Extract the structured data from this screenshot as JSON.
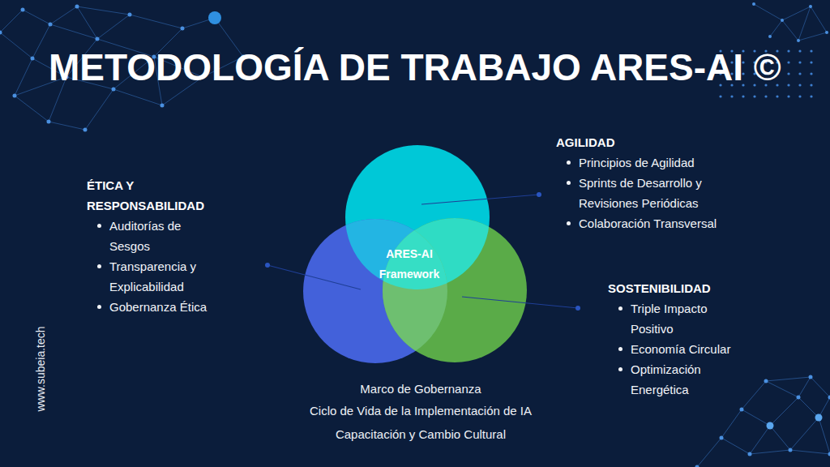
{
  "diagram": {
    "title": "METODOLOGÍA DE TRABAJO ARES-AI ©",
    "nodes": [
      {
        "text": [
          "AGILIDAD",
          "Principios de Agilidad",
          "Sprints de Desarrollo y Revisiones Periódicas",
          "Colaboración Transversal"
        ]
      },
      {
        "text": [
          "ÉTICA Y RESPONSABILIDAD",
          "Auditorías de Sesgos",
          "Transparencia y Explicabilidad",
          "Gobernanza Ética"
        ]
      },
      {
        "text": [
          "SOSTENIBILIDAD",
          "Triple Impacto Positivo",
          "Economía Circular",
          "Optimización Energética"
        ]
      }
    ],
    "labels": [
      "ARES-AI Framework",
      "Marco de Gobernanza",
      "Ciclo de Vida de la Implementación de IA",
      "Capacitación y Cambio Cultural",
      "www.subeia.tech"
    ]
  }
}
